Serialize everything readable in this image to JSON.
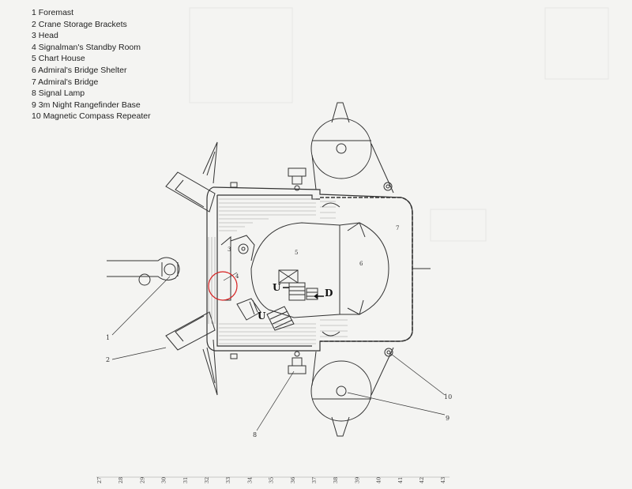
{
  "legend": {
    "items": [
      "1 Foremast",
      "2 Crane Storage Brackets",
      "3 Head",
      "4 Signalman's Standby Room",
      "5 Chart House",
      "6 Admiral's Bridge Shelter",
      "7 Admiral's Bridge",
      "8 Signal Lamp",
      "9 3m Night Rangefinder Base",
      "10 Magnetic Compass Repeater"
    ]
  },
  "diagram": {
    "callouts": [
      "1",
      "2",
      "3",
      "4",
      "5",
      "6",
      "7",
      "8",
      "9",
      "10"
    ],
    "stair_labels": {
      "up_left": "U",
      "down": "D",
      "up_lower": "U"
    }
  },
  "frame_scale": [
    "27",
    "28",
    "29",
    "30",
    "31",
    "32",
    "33",
    "34",
    "35",
    "36",
    "37",
    "38",
    "39",
    "40",
    "41",
    "42",
    "43"
  ],
  "colors": {
    "ink": "#333333",
    "paper": "#f4f4f2",
    "highlight": "#d62020"
  }
}
